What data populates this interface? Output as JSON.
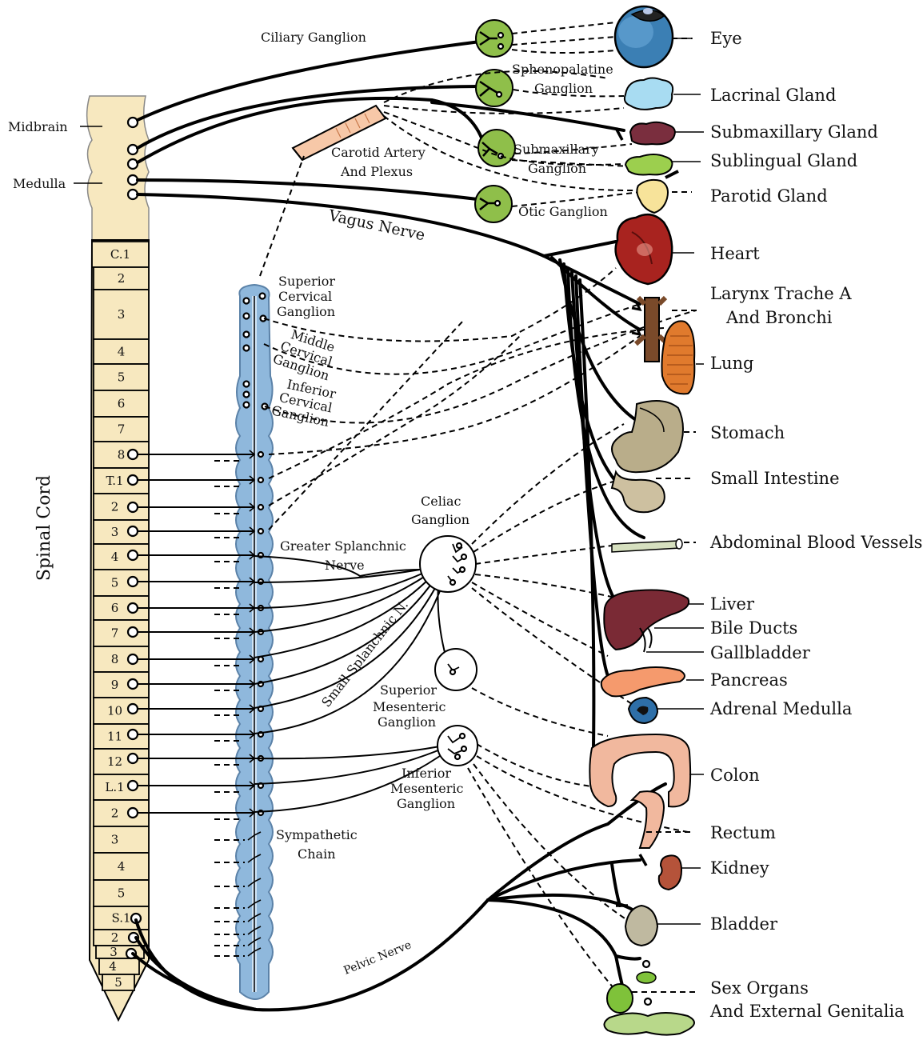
{
  "spinal": {
    "title": "Spinal Cord",
    "midbrain": "Midbrain",
    "medulla": "Medulla",
    "segments": [
      "C.1",
      "2",
      "3",
      "4",
      "5",
      "6",
      "7",
      "8",
      "T.1",
      "2",
      "3",
      "4",
      "5",
      "6",
      "7",
      "8",
      "9",
      "10",
      "11",
      "12",
      "L.1",
      "2",
      "3",
      "4",
      "5",
      "S.1",
      "2",
      "3",
      "4",
      "5"
    ]
  },
  "ganglia": {
    "ciliary": "Ciliary Ganglion",
    "sphenopalatine_1": "Sphenopalatine",
    "sphenopalatine_2": "Ganglion",
    "submaxillary_1": "Submaxillary",
    "submaxillary_2": "Ganglion",
    "otic": "Otic Ganglion",
    "carotid_1": "Carotid Artery",
    "carotid_2": "And Plexus",
    "superior_cervical": [
      "Superior",
      "Cervical",
      "Ganglion"
    ],
    "middle_cervical": [
      "Middle",
      "Cervical",
      "Ganglion"
    ],
    "inferior_cervical": [
      "Inferior",
      "Cervical",
      "Ganglion"
    ],
    "celiac": [
      "Celiac",
      "Ganglion"
    ],
    "superior_mesenteric": [
      "Superior",
      "Mesenteric",
      "Ganglion"
    ],
    "inferior_mesenteric": [
      "Inferior",
      "Mesenteric",
      "Ganglion"
    ],
    "sympathetic_chain": [
      "Sympathetic",
      "Chain"
    ]
  },
  "nerves": {
    "vagus": "Vagus Nerve",
    "greater_splanchnic": [
      "Greater Splanchnic",
      "Nerve"
    ],
    "small_splanchnic": "Small Splanchnic N.",
    "pelvic": "Pelvic Nerve"
  },
  "organs": {
    "eye": "Eye",
    "lacrimal": "Lacrinal Gland",
    "submaxillary": "Submaxillary Gland",
    "sublingual": "Sublingual Gland",
    "parotid": "Parotid Gland",
    "heart": "Heart",
    "larynx_1": "Larynx Trache A",
    "larynx_2": "And Bronchi",
    "lung": "Lung",
    "stomach": "Stomach",
    "small_intestine": "Small Intestine",
    "abdominal_vessels": "Abdominal Blood Vessels",
    "liver": "Liver",
    "bile_ducts": "Bile Ducts",
    "gallbladder": "Gallbladder",
    "pancreas": "Pancreas",
    "adrenal": "Adrenal Medulla",
    "colon": "Colon",
    "rectum": "Rectum",
    "kidney": "Kidney",
    "bladder": "Bladder",
    "sex_organs_1": "Sex Organs",
    "sex_organs_2": "And External Genitalia"
  },
  "colors": {
    "cord": "#f7e8bf",
    "chain": "#8fb8dc",
    "ganglion": "#8fbf4a",
    "heart": "#a8231f",
    "liver": "#7a2a35",
    "lung": "#e07a2d",
    "colon": "#f1b89e"
  }
}
